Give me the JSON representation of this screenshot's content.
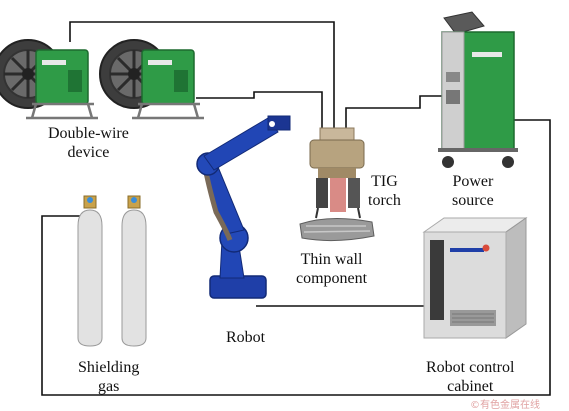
{
  "labels": {
    "double_wire": [
      "Double-wire",
      "device"
    ],
    "tig_torch": [
      "TIG",
      "torch"
    ],
    "power_source": [
      "Power",
      "source"
    ],
    "thin_wall": [
      "Thin wall",
      "component"
    ],
    "robot": "Robot",
    "shielding_gas": [
      "Shielding",
      "gas"
    ],
    "control_cabinet": [
      "Robot control",
      "cabinet"
    ]
  },
  "watermark": "©有色金属在线",
  "colors": {
    "wire": "#111111",
    "feeder_body": "#2f9b47",
    "robot_blue": "#1f3fa8",
    "cabinet": "#d8d8d8",
    "cylinder": "#e2e2e2",
    "power_green": "#2f9b47",
    "watermark": "#d98a8a"
  },
  "icons": {
    "feeder": "wire-feeder-icon",
    "power": "power-source-icon",
    "torch": "tig-torch-icon",
    "robot": "robot-arm-icon",
    "cabinet": "control-cabinet-icon",
    "gas": "gas-cylinder-icon",
    "component": "thin-wall-component-icon"
  }
}
